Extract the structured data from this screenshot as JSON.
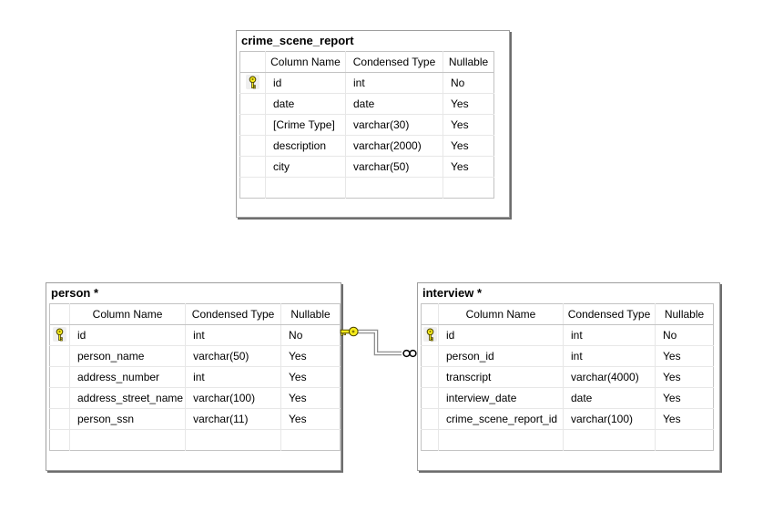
{
  "tables": [
    {
      "id": "crime_scene_report",
      "title": "crime_scene_report",
      "headers": [
        "Column Name",
        "Condensed Type",
        "Nullable"
      ],
      "rows": [
        {
          "primary_key": true,
          "name": "id",
          "type": "int",
          "nullable": "No"
        },
        {
          "primary_key": false,
          "name": "date",
          "type": "date",
          "nullable": "Yes"
        },
        {
          "primary_key": false,
          "name": "[Crime Type]",
          "type": "varchar(30)",
          "nullable": "Yes"
        },
        {
          "primary_key": false,
          "name": "description",
          "type": "varchar(2000)",
          "nullable": "Yes"
        },
        {
          "primary_key": false,
          "name": "city",
          "type": "varchar(50)",
          "nullable": "Yes"
        }
      ]
    },
    {
      "id": "person",
      "title": "person *",
      "headers": [
        "Column Name",
        "Condensed Type",
        "Nullable"
      ],
      "rows": [
        {
          "primary_key": true,
          "name": "id",
          "type": "int",
          "nullable": "No"
        },
        {
          "primary_key": false,
          "name": "person_name",
          "type": "varchar(50)",
          "nullable": "Yes"
        },
        {
          "primary_key": false,
          "name": "address_number",
          "type": "int",
          "nullable": "Yes"
        },
        {
          "primary_key": false,
          "name": "address_street_name",
          "type": "varchar(100)",
          "nullable": "Yes"
        },
        {
          "primary_key": false,
          "name": "person_ssn",
          "type": "varchar(11)",
          "nullable": "Yes"
        }
      ]
    },
    {
      "id": "interview",
      "title": "interview *",
      "headers": [
        "Column Name",
        "Condensed Type",
        "Nullable"
      ],
      "rows": [
        {
          "primary_key": true,
          "name": "id",
          "type": "int",
          "nullable": "No"
        },
        {
          "primary_key": false,
          "name": "person_id",
          "type": "int",
          "nullable": "Yes"
        },
        {
          "primary_key": false,
          "name": "transcript",
          "type": "varchar(4000)",
          "nullable": "Yes"
        },
        {
          "primary_key": false,
          "name": "interview_date",
          "type": "date",
          "nullable": "Yes"
        },
        {
          "primary_key": false,
          "name": "crime_scene_report_id",
          "type": "varchar(100)",
          "nullable": "Yes"
        }
      ]
    }
  ],
  "relationship": {
    "from_table": "person",
    "from_end": "one (key)",
    "to_table": "interview",
    "to_end": "many (infinity)"
  },
  "icons": {
    "primary_key": "key-icon",
    "relationship_one_end": "key-icon",
    "relationship_many_end": "infinity-icon"
  },
  "colors": {
    "key_yellow": "#f7ec1c",
    "key_outline": "#4a4200",
    "window_border": "#9e9e9e",
    "window_shadow": "#6e6e6e",
    "grid_border": "#c3c3c3",
    "grid_line": "#e7e7e7",
    "connector_gray": "#8f8f8f"
  }
}
